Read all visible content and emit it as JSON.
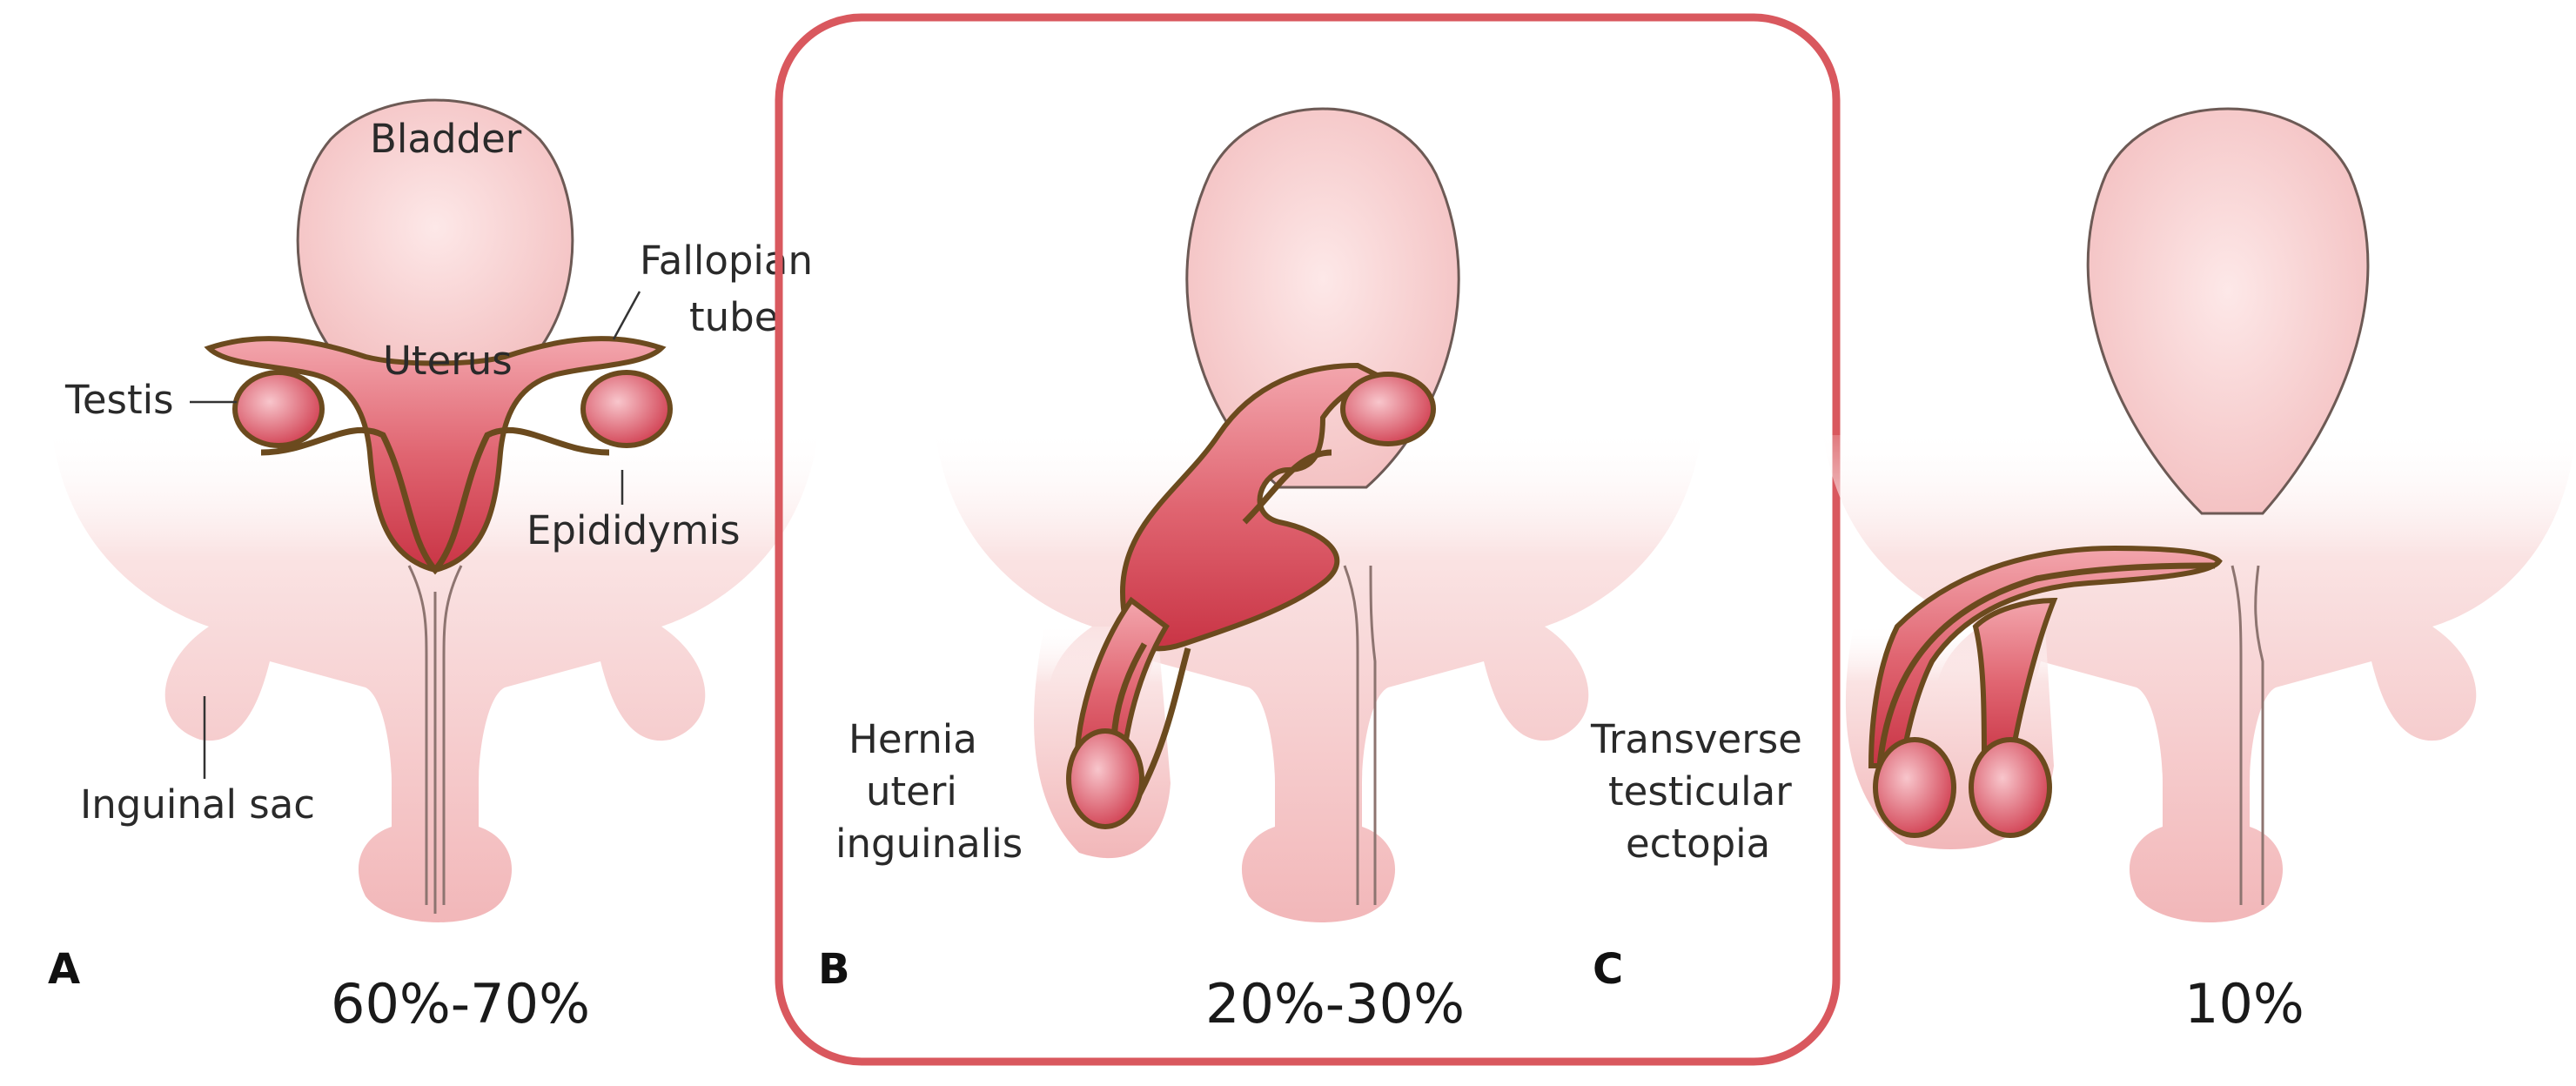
{
  "colors": {
    "highlight_border": "#d9585e",
    "tissue_light": "#f9dcdc",
    "tissue_mid": "#f2b9bb",
    "organ_red": "#cc3b4a",
    "outline_brown": "#6b4a1e"
  },
  "panels": [
    {
      "letter": "A",
      "percent": "60%-70%",
      "labels": {
        "bladder": "Bladder",
        "fallopian_1": "Fallopian",
        "fallopian_2": "tube",
        "uterus": "Uterus",
        "testis": "Testis",
        "epididymis": "Epididymis",
        "inguinal_sac": "Inguinal sac"
      }
    },
    {
      "letter": "B",
      "percent": "20%-30%",
      "highlighted": true,
      "labels": {
        "line1": "Hernia",
        "line2": "uteri",
        "line3": "inguinalis"
      }
    },
    {
      "letter": "C",
      "percent": "10%",
      "labels": {
        "line1": "Transverse",
        "line2": "testicular",
        "line3": "ectopia"
      }
    }
  ]
}
